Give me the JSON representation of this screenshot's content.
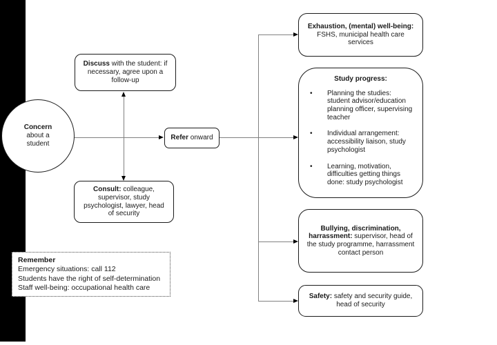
{
  "diagram": {
    "concern_circle": {
      "bold": "Concern",
      "rest": "about a student"
    },
    "discuss_box": {
      "bold": "Discuss",
      "rest": " with the student: if necessary, agree upon a follow-up"
    },
    "consult_box": {
      "bold": "Consult:",
      "rest": " colleague, supervisor, study psychologist, lawyer, head of security"
    },
    "refer_box": {
      "bold": "Refer",
      "rest": " onward"
    },
    "exhaustion_box": {
      "bold": "Exhaustion, (mental) well-being:",
      "rest": "FSHS, municipal health care services"
    },
    "study_progress_box": {
      "title": "Study progress:",
      "bullet_glyph": "•",
      "bullets": [
        "Planning the studies: student advisor/education planning officer, supervising teacher",
        "Individual arrangement: accessibility liaison, study psychologist",
        "Learning, motivation, difficulties getting things done: study psychologist"
      ]
    },
    "bullying_box": {
      "bold": "Bullying, discrimination, harrassment:",
      "rest": " supervisor, head of the study programme, harrassment contact person"
    },
    "safety_box": {
      "bold": "Safety:",
      "rest": " safety and security guide, head of security"
    },
    "remember_note": {
      "title": "Remember",
      "lines": [
        "Emergency situations: call 112",
        "Students have the right of self-determination",
        "Staff well-being: occupational health care"
      ]
    }
  },
  "colors": {
    "background": "#ffffff",
    "left_bar": "#000000",
    "box_border": "#1a1a1a",
    "connector_line": "#808080",
    "arrowhead": "#000000",
    "text": "#1a1a1a"
  }
}
